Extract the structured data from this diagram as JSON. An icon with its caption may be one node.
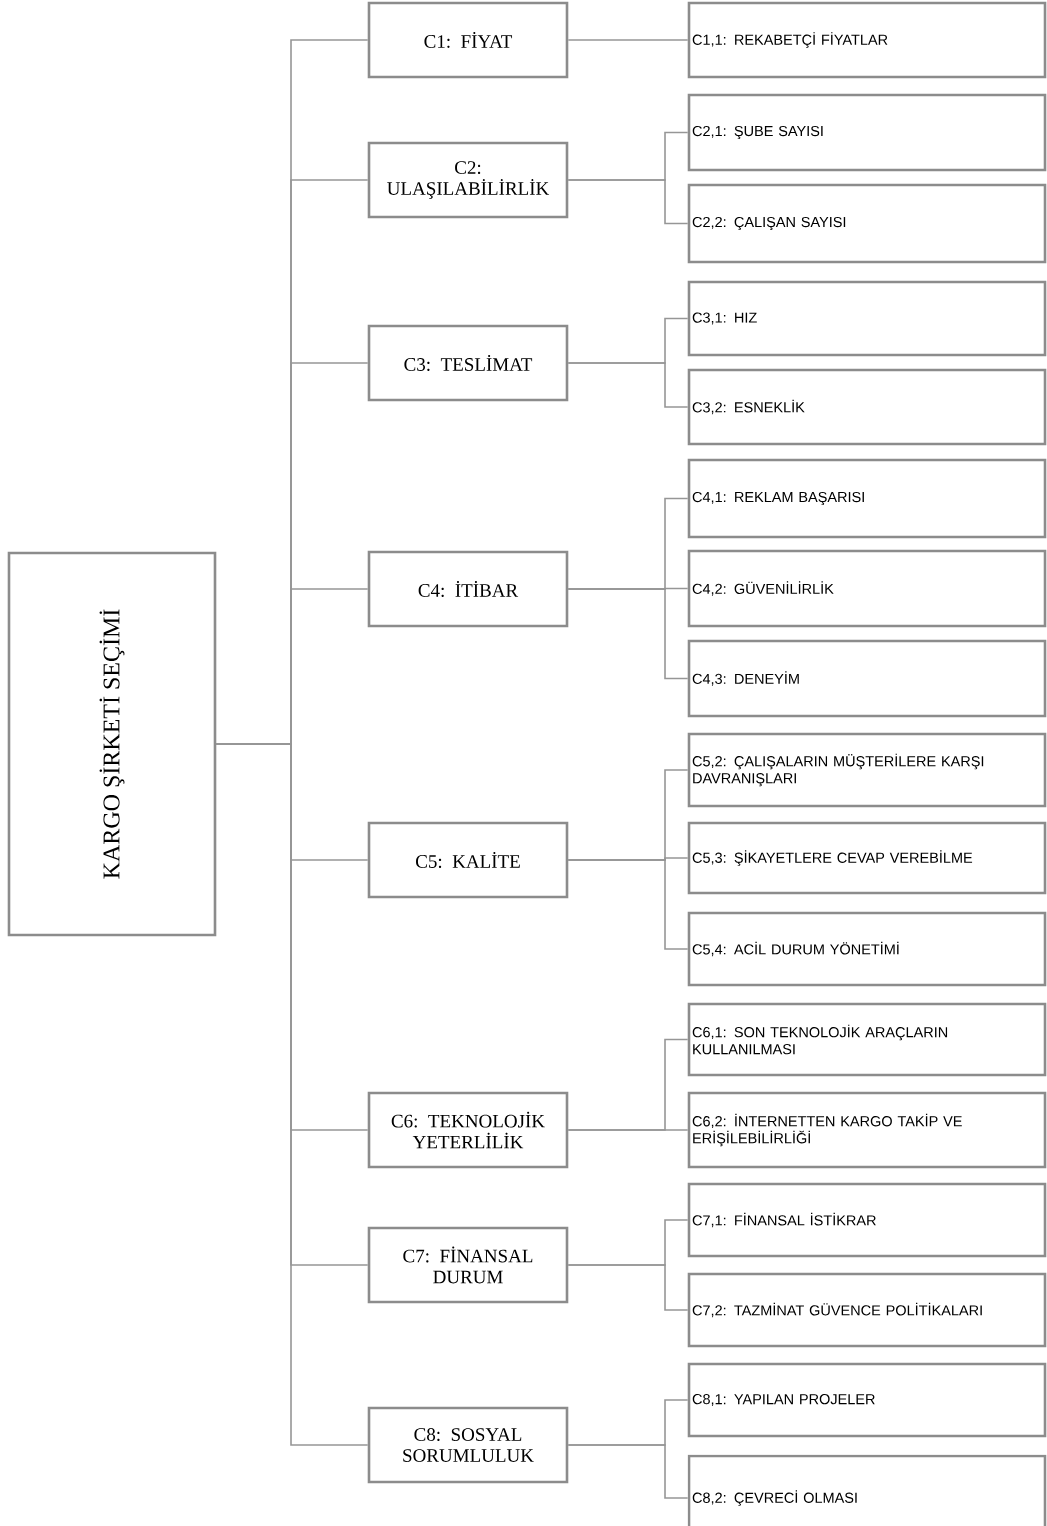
{
  "diagram": {
    "nodes": [
      {
        "text": [
          "KARGO ŞİRKETİ SEÇİMİ"
        ]
      },
      {
        "text": [
          "C1: FİYAT"
        ]
      },
      {
        "text": [
          "C1,1: REKABETÇİ FİYATLAR"
        ]
      },
      {
        "text": [
          "C2: ULAŞILABİLİRLİK"
        ]
      },
      {
        "text": [
          "C2,1: ŞUBE SAYISI"
        ]
      },
      {
        "text": [
          "C2,2: ÇALIŞAN SAYISI"
        ]
      },
      {
        "text": [
          "C3: TESLİMAT"
        ]
      },
      {
        "text": [
          "C3,1: HIZ"
        ]
      },
      {
        "text": [
          "C3,2: ESNEKLİK"
        ]
      },
      {
        "text": [
          "C4: İTİBAR"
        ]
      },
      {
        "text": [
          "C4,1: REKLAM BAŞARISI"
        ]
      },
      {
        "text": [
          "C4,2: GÜVENİLİRLİK"
        ]
      },
      {
        "text": [
          "C4,3: DENEYİM"
        ]
      },
      {
        "text": [
          "C5: KALİTE"
        ]
      },
      {
        "text": [
          "C5,2: ÇALIŞALARIN MÜŞTERİLERE KARŞI DAVRANIŞLARI"
        ]
      },
      {
        "text": [
          "C5,3: ŞİKAYETLERE CEVAP VEREBİLME"
        ]
      },
      {
        "text": [
          "C5,4: ACİL DURUM YÖNETİMİ"
        ]
      },
      {
        "text": [
          "C6: TEKNOLOJİK YETERLİLİK"
        ]
      },
      {
        "text": [
          "C6,1: SON TEKNOLOJİK ARAÇLARIN KULLANILMASI"
        ]
      },
      {
        "text": [
          "C6,2: İNTERNETTEN KARGO TAKİP VE ERİŞİLEBİLİRLİĞİ"
        ]
      },
      {
        "text": [
          "C7: FİNANSAL DURUM"
        ]
      },
      {
        "text": [
          "C7,1: FİNANSAL İSTİKRAR"
        ]
      },
      {
        "text": [
          "C7,2: TAZMİNAT GÜVENCE POLİTİKALARI"
        ]
      },
      {
        "text": [
          "C8: SOSYAL SORUMLULUK"
        ]
      },
      {
        "text": [
          "C8,1: YAPILAN PROJELER"
        ]
      },
      {
        "text": [
          "C8,2: ÇEVRECİ OLMASI"
        ]
      }
    ],
    "edges": [
      {
        "from": 0,
        "to": 1,
        "arrow": "none"
      },
      {
        "from": 0,
        "to": 3,
        "arrow": "none"
      },
      {
        "from": 0,
        "to": 6,
        "arrow": "none"
      },
      {
        "from": 0,
        "to": 9,
        "arrow": "none"
      },
      {
        "from": 0,
        "to": 13,
        "arrow": "none"
      },
      {
        "from": 0,
        "to": 17,
        "arrow": "none"
      },
      {
        "from": 0,
        "to": 20,
        "arrow": "none"
      },
      {
        "from": 0,
        "to": 23,
        "arrow": "none"
      },
      {
        "from": 1,
        "to": 2,
        "arrow": "none"
      },
      {
        "from": 3,
        "to": 4,
        "arrow": "none"
      },
      {
        "from": 3,
        "to": 5,
        "arrow": "none"
      },
      {
        "from": 6,
        "to": 7,
        "arrow": "none"
      },
      {
        "from": 6,
        "to": 8,
        "arrow": "none"
      },
      {
        "from": 9,
        "to": 10,
        "arrow": "none"
      },
      {
        "from": 9,
        "to": 11,
        "arrow": "none"
      },
      {
        "from": 9,
        "to": 12,
        "arrow": "none"
      },
      {
        "from": 13,
        "to": 14,
        "arrow": "none"
      },
      {
        "from": 13,
        "to": 15,
        "arrow": "none"
      },
      {
        "from": 13,
        "to": 16,
        "arrow": "none"
      },
      {
        "from": 17,
        "to": 18,
        "arrow": "none"
      },
      {
        "from": 17,
        "to": 19,
        "arrow": "none"
      },
      {
        "from": 20,
        "to": 21,
        "arrow": "none"
      },
      {
        "from": 20,
        "to": 22,
        "arrow": "none"
      },
      {
        "from": 23,
        "to": 24,
        "arrow": "none"
      },
      {
        "from": 23,
        "to": 25,
        "arrow": "none"
      }
    ]
  }
}
